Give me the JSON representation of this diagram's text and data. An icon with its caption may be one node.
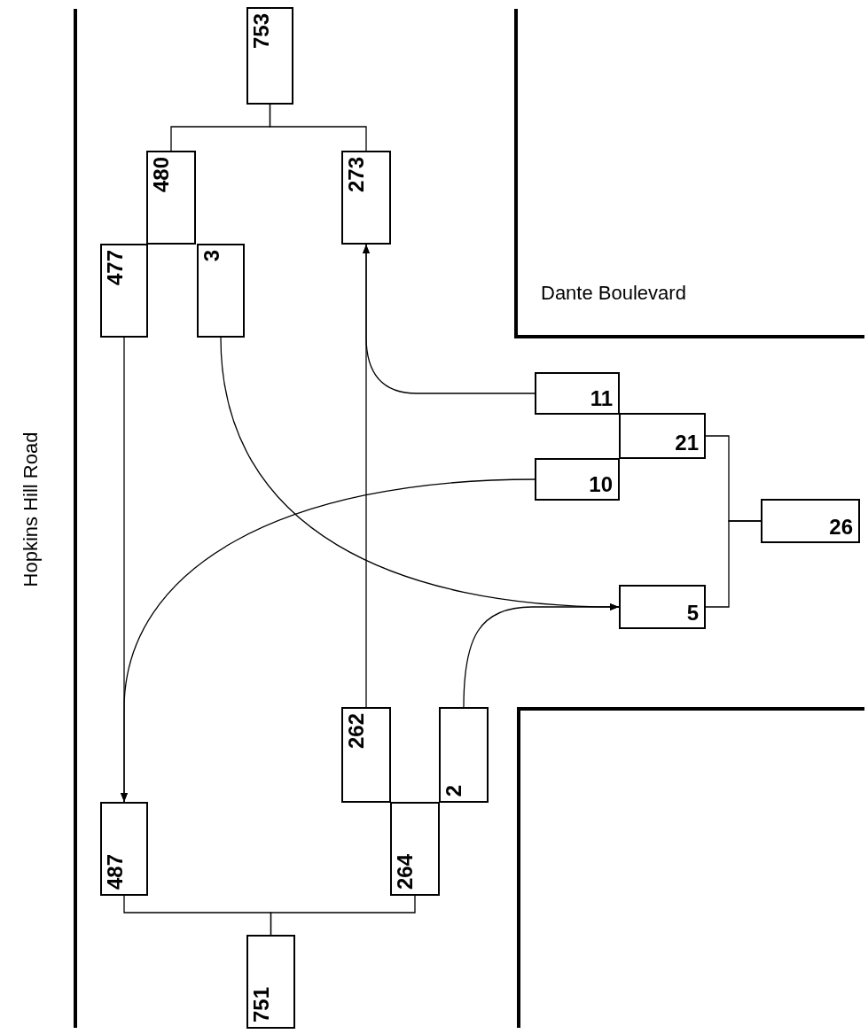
{
  "diagram": {
    "nodes": [
      {
        "text": [
          "753"
        ]
      },
      {
        "text": [
          "480"
        ]
      },
      {
        "text": [
          "273"
        ]
      },
      {
        "text": [
          "477"
        ]
      },
      {
        "text": [
          "3"
        ]
      },
      {
        "text": [
          "11"
        ]
      },
      {
        "text": [
          "21"
        ]
      },
      {
        "text": [
          "10"
        ]
      },
      {
        "text": [
          "26"
        ]
      },
      {
        "text": [
          "5"
        ]
      },
      {
        "text": [
          "262"
        ]
      },
      {
        "text": [
          "2"
        ]
      },
      {
        "text": [
          "487"
        ]
      },
      {
        "text": [
          "264"
        ]
      },
      {
        "text": [
          "751"
        ]
      }
    ],
    "edges": [
      {
        "from": 0,
        "to": 1,
        "arrow": "none"
      },
      {
        "from": 0,
        "to": 2,
        "arrow": "none"
      },
      {
        "from": 3,
        "to": 12,
        "arrow": "to"
      },
      {
        "from": 7,
        "to": 12,
        "arrow": "to"
      },
      {
        "from": 5,
        "to": 2,
        "arrow": "to"
      },
      {
        "from": 10,
        "to": 2,
        "arrow": "to"
      },
      {
        "from": 4,
        "to": 9,
        "arrow": "to"
      },
      {
        "from": 11,
        "to": 9,
        "arrow": "to"
      },
      {
        "from": 6,
        "to": 8,
        "arrow": "none"
      },
      {
        "from": 9,
        "to": 8,
        "arrow": "none"
      },
      {
        "from": 12,
        "to": 14,
        "arrow": "none"
      },
      {
        "from": 13,
        "to": 14,
        "arrow": "none"
      }
    ],
    "labels": [
      "Hopkins Hill Road",
      "Dante Boulevard"
    ]
  }
}
